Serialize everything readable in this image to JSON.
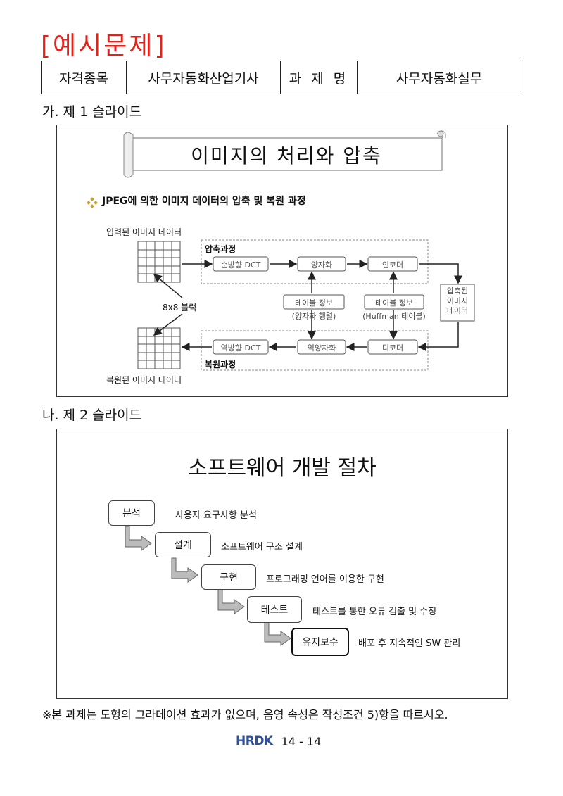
{
  "header": {
    "title": "[예시문제]"
  },
  "info_table": {
    "label1": "자격종목",
    "value1": "사무자동화산업기사",
    "label2": "과 제 명",
    "value2": "사무자동화실무"
  },
  "section1": {
    "label": "가. 제 1 슬라이드"
  },
  "slide1": {
    "title": "이미지의 처리와 압축",
    "bullet": "JPEG에 의한 이미지 데이터의 압축 및 복원 과정",
    "input_label": "입력된 이미지 데이터",
    "output_label": "복원된 이미지 데이터",
    "block_label": "8x8 블럭",
    "compress_label": "압축과정",
    "restore_label": "복원과정",
    "box_fdct": "순방향 DCT",
    "box_quant": "양자화",
    "box_encoder": "인코더",
    "box_idct": "역방향 DCT",
    "box_dequant": "역양자화",
    "box_decoder": "디코더",
    "table1_title": "테이블 정보",
    "table1_sub": "(양자화 행렬)",
    "table2_title": "테이블 정보",
    "table2_sub": "(Huffman 테이블)",
    "compressed_l1": "압축된",
    "compressed_l2": "이미지",
    "compressed_l3": "데이터"
  },
  "section2": {
    "label": "나. 제 2 슬라이드"
  },
  "slide2": {
    "title": "소프트웨어 개발 절차",
    "steps": [
      {
        "label": "분석",
        "desc": "사용자 요구사항 분석"
      },
      {
        "label": "설계",
        "desc": "소프트웨어 구조 설계"
      },
      {
        "label": "구현",
        "desc": "프로그래밍 언어를 이용한 구현"
      },
      {
        "label": "테스트",
        "desc": "테스트를 통한 오류 검출 및 수정"
      },
      {
        "label": "유지보수",
        "desc": "배포 후 지속적인 SW 관리"
      }
    ]
  },
  "note": "※본 과제는 도형의 그라데이션 효과가 없으며, 음영 속성은 작성조건 5)항을 따르시오.",
  "footer": {
    "logo": "HRDK",
    "page": "14 - 14"
  }
}
